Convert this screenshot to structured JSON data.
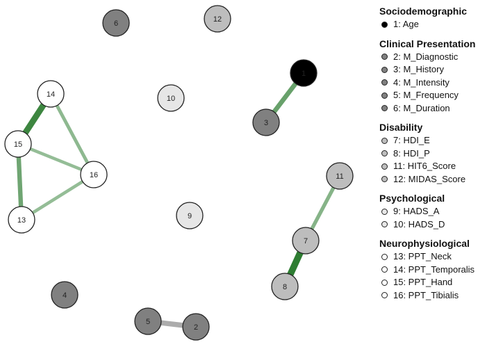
{
  "colors": {
    "Sociodemographic": "#000000",
    "Clinical Presentation": "#808080",
    "Disability": "#bdbdbd",
    "Psychological": "#e6e6e6",
    "Neurophysiological": "#ffffff",
    "edge_positive": "#2e7d32",
    "edge_negative": "#9e9e9e"
  },
  "nodes": [
    {
      "id": "1",
      "group": "Sociodemographic"
    },
    {
      "id": "2",
      "group": "Clinical Presentation"
    },
    {
      "id": "3",
      "group": "Clinical Presentation"
    },
    {
      "id": "4",
      "group": "Clinical Presentation"
    },
    {
      "id": "5",
      "group": "Clinical Presentation"
    },
    {
      "id": "6",
      "group": "Clinical Presentation"
    },
    {
      "id": "7",
      "group": "Disability"
    },
    {
      "id": "8",
      "group": "Disability"
    },
    {
      "id": "9",
      "group": "Psychological"
    },
    {
      "id": "10",
      "group": "Psychological"
    },
    {
      "id": "11",
      "group": "Disability"
    },
    {
      "id": "12",
      "group": "Disability"
    },
    {
      "id": "13",
      "group": "Neurophysiological"
    },
    {
      "id": "14",
      "group": "Neurophysiological"
    },
    {
      "id": "15",
      "group": "Neurophysiological"
    },
    {
      "id": "16",
      "group": "Neurophysiological"
    }
  ],
  "edges": [
    {
      "from": "14",
      "to": "15",
      "sign": "positive",
      "strength": 0.9
    },
    {
      "from": "15",
      "to": "13",
      "sign": "positive",
      "strength": 0.55
    },
    {
      "from": "14",
      "to": "16",
      "sign": "positive",
      "strength": 0.35
    },
    {
      "from": "15",
      "to": "16",
      "sign": "positive",
      "strength": 0.3
    },
    {
      "from": "13",
      "to": "16",
      "sign": "positive",
      "strength": 0.3
    },
    {
      "from": "1",
      "to": "3",
      "sign": "positive",
      "strength": 0.6
    },
    {
      "from": "11",
      "to": "7",
      "sign": "positive",
      "strength": 0.4
    },
    {
      "from": "7",
      "to": "8",
      "sign": "positive",
      "strength": 1.0
    },
    {
      "from": "5",
      "to": "2",
      "sign": "negative",
      "strength": 0.7
    }
  ],
  "legend": [
    {
      "title": "Sociodemographic",
      "items": [
        "1: Age"
      ]
    },
    {
      "title": "Clinical Presentation",
      "items": [
        "2: M_Diagnostic",
        "3: M_History",
        "4: M_Intensity",
        "5: M_Frequency",
        "6: M_Duration"
      ]
    },
    {
      "title": "Disability",
      "items": [
        "7: HDI_E",
        "8: HDI_P",
        "11: HIT6_Score",
        "12: MIDAS_Score"
      ]
    },
    {
      "title": "Psychological",
      "items": [
        "9: HADS_A",
        "10: HADS_D"
      ]
    },
    {
      "title": "Neurophysiological",
      "items": [
        "13: PPT_Neck",
        "14: PPT_Temporalis",
        "15: PPT_Hand",
        "16: PPT_Tibialis"
      ]
    }
  ]
}
